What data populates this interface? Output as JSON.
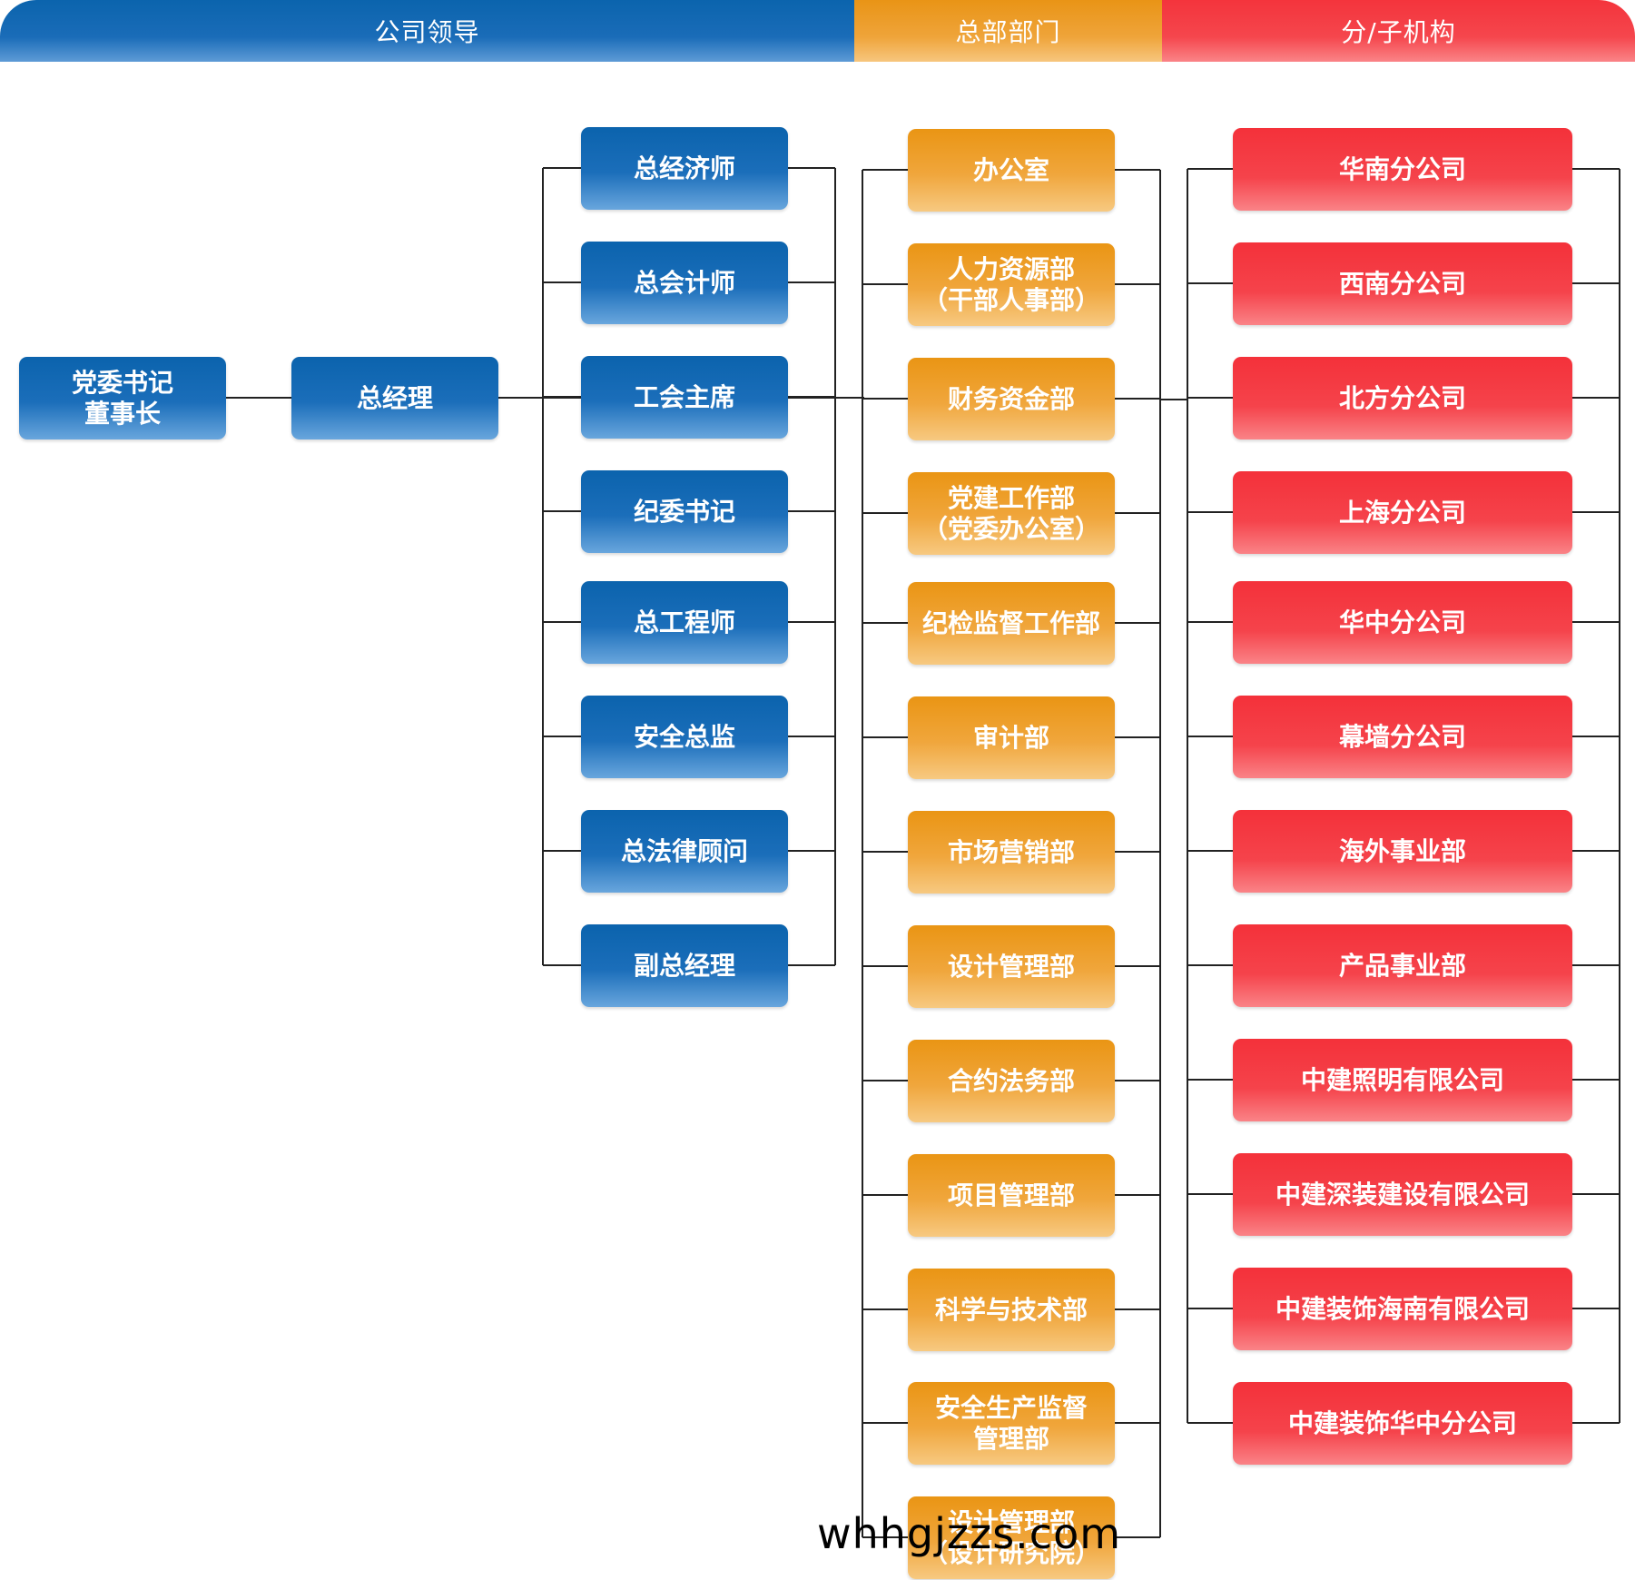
{
  "header": {
    "leadership": "公司领导",
    "hq_departments": "总部部门",
    "branches": "分/子机构"
  },
  "top": {
    "chairman_line1": "党委书记",
    "chairman_line2": "董事长",
    "general_manager": "总经理"
  },
  "leaders": [
    "总经济师",
    "总会计师",
    "工会主席",
    "纪委书记",
    "总工程师",
    "安全总监",
    "总法律顾问",
    "副总经理"
  ],
  "departments": [
    {
      "line1": "办公室",
      "line2": ""
    },
    {
      "line1": "人力资源部",
      "line2": "（干部人事部）"
    },
    {
      "line1": "财务资金部",
      "line2": ""
    },
    {
      "line1": "党建工作部",
      "line2": "（党委办公室）"
    },
    {
      "line1": "纪检监督工作部",
      "line2": ""
    },
    {
      "line1": "审计部",
      "line2": ""
    },
    {
      "line1": "市场营销部",
      "line2": ""
    },
    {
      "line1": "设计管理部",
      "line2": ""
    },
    {
      "line1": "合约法务部",
      "line2": ""
    },
    {
      "line1": "项目管理部",
      "line2": ""
    },
    {
      "line1": "科学与技术部",
      "line2": ""
    },
    {
      "line1": "安全生产监督",
      "line2": "管理部"
    },
    {
      "line1": "设计管理部",
      "line2": "（设计研究院）"
    }
  ],
  "branches": [
    "华南分公司",
    "西南分公司",
    "北方分公司",
    "上海分公司",
    "华中分公司",
    "幕墙分公司",
    "海外事业部",
    "产品事业部",
    "中建照明有限公司",
    "中建深装建设有限公司",
    "中建装饰海南有限公司",
    "中建装饰华中分公司"
  ],
  "watermark": "whhgjzzs.com",
  "colors": {
    "blue": "#1a6cb8",
    "orange": "#f0a63c",
    "red": "#f5434b"
  }
}
